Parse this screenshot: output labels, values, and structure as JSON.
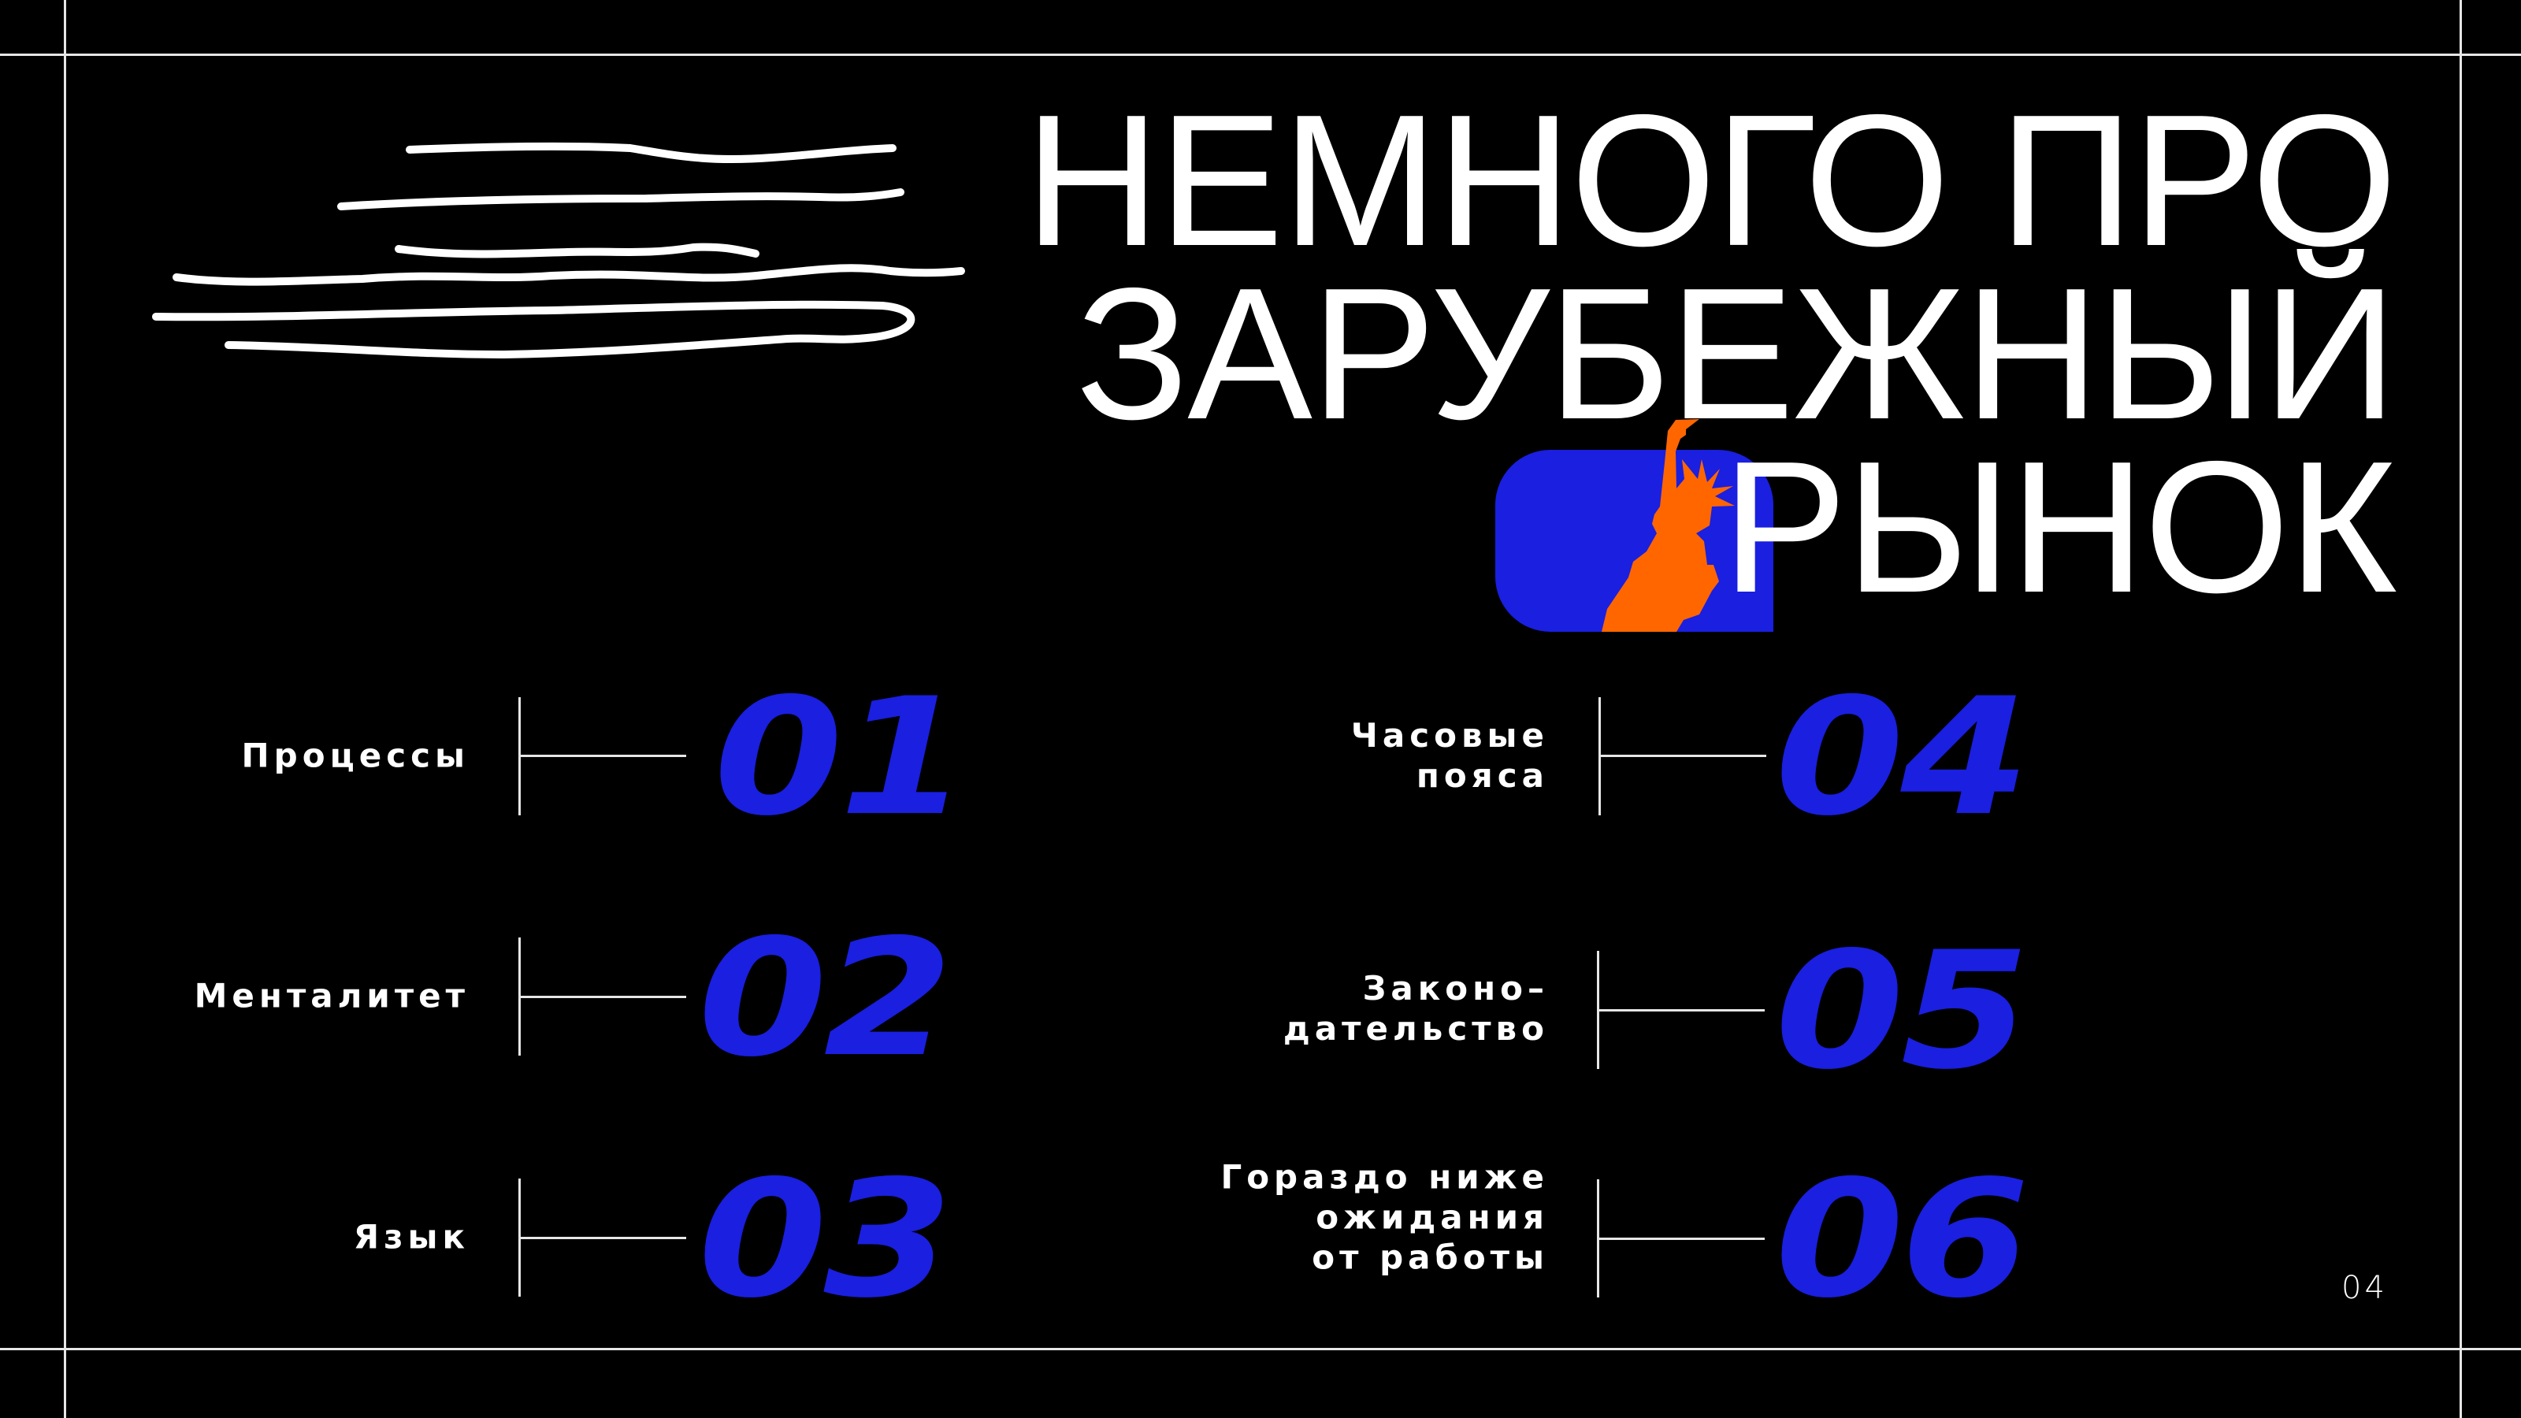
{
  "title": {
    "line1": "НЕМНОГО ПРО",
    "line2": "ЗАРУБЕЖНЫЙ",
    "line3": "РЫНОК"
  },
  "colors": {
    "accent_blue": "#1a1fe0",
    "accent_orange": "#ff6600",
    "background": "#000000",
    "line": "#e6e6e6"
  },
  "logo_icon": "statue-of-liberty-icon",
  "items": [
    {
      "number": "01",
      "label_lines": [
        "Процессы"
      ]
    },
    {
      "number": "02",
      "label_lines": [
        "Менталитет"
      ]
    },
    {
      "number": "03",
      "label_lines": [
        "Язык"
      ]
    },
    {
      "number": "04",
      "label_lines": [
        "Часовые",
        "пояса"
      ]
    },
    {
      "number": "05",
      "label_lines": [
        "Законо–",
        "дательство"
      ]
    },
    {
      "number": "06",
      "label_lines": [
        "Гораздо ниже",
        "ожидания",
        "от работы"
      ]
    }
  ],
  "page_number": "04"
}
